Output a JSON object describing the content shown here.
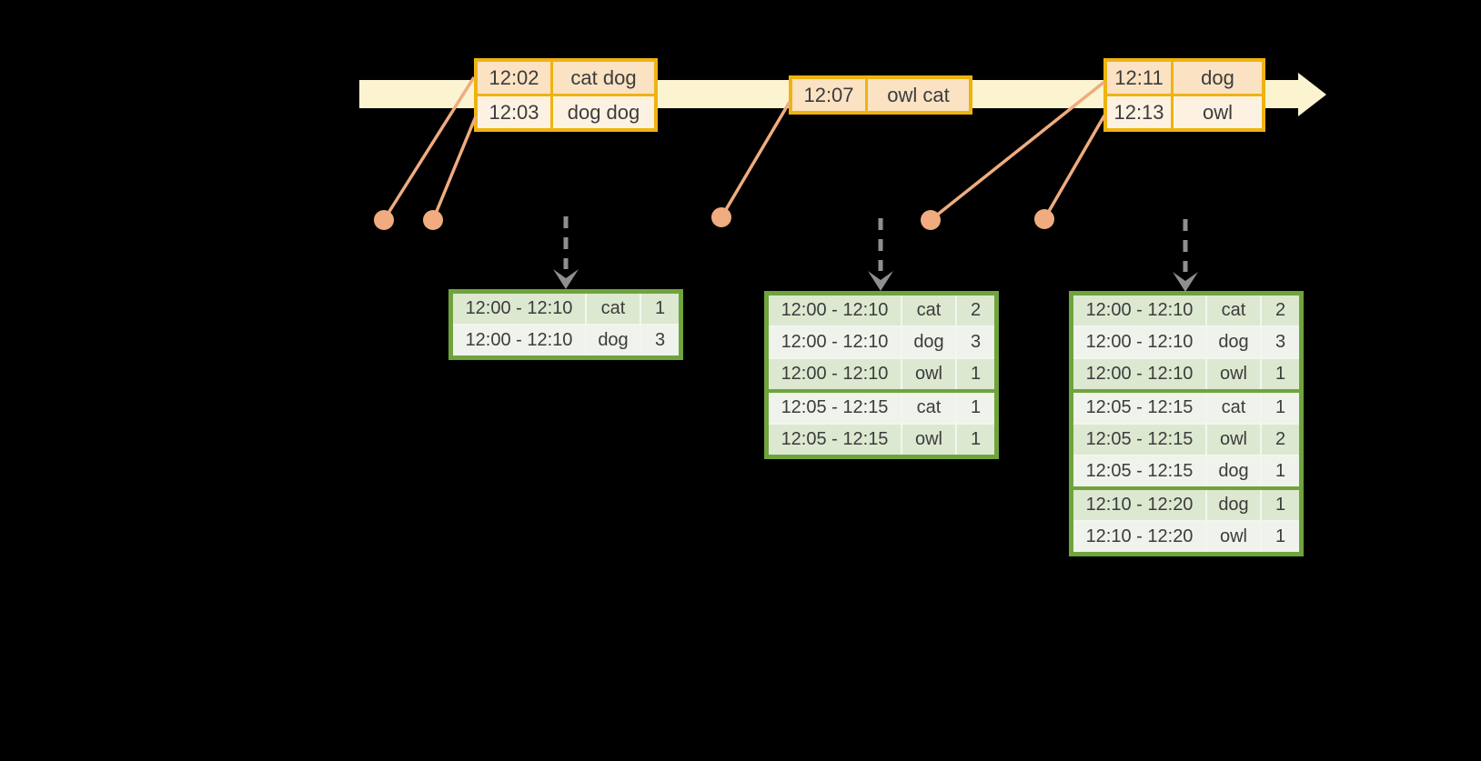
{
  "diagram": {
    "colors": {
      "background": "#000000",
      "timeline_band": "#FCF3D1",
      "event_table_border": "#EFB310",
      "event_row_fill": "#FAE2C3",
      "event_row_fill_alt": "#FDF2E2",
      "connector": "#F0AC7E",
      "trigger_arrow": "#8F8F8F",
      "result_table_border": "#6FA43D",
      "result_row_fill": "#DDE8D1",
      "result_row_fill_alt": "#EFF3EB",
      "cell_text": "#3C3C3C"
    },
    "event_tables": [
      {
        "rows": [
          {
            "time": "12:02",
            "words": "cat dog"
          },
          {
            "time": "12:03",
            "words": "dog dog"
          }
        ]
      },
      {
        "rows": [
          {
            "time": "12:07",
            "words": "owl cat"
          }
        ]
      },
      {
        "rows": [
          {
            "time": "12:11",
            "words": "dog"
          },
          {
            "time": "12:13",
            "words": "owl"
          }
        ]
      }
    ],
    "result_tables": [
      {
        "rows": [
          {
            "window": "12:00 - 12:10",
            "word": "cat",
            "count": 1
          },
          {
            "window": "12:00 - 12:10",
            "word": "dog",
            "count": 3
          }
        ]
      },
      {
        "rows": [
          {
            "window": "12:00 - 12:10",
            "word": "cat",
            "count": 2
          },
          {
            "window": "12:00 - 12:10",
            "word": "dog",
            "count": 3
          },
          {
            "window": "12:00 - 12:10",
            "word": "owl",
            "count": 1
          },
          {
            "window": "12:05 - 12:15",
            "word": "cat",
            "count": 1
          },
          {
            "window": "12:05 - 12:15",
            "word": "owl",
            "count": 1
          }
        ]
      },
      {
        "rows": [
          {
            "window": "12:00 - 12:10",
            "word": "cat",
            "count": 2
          },
          {
            "window": "12:00 - 12:10",
            "word": "dog",
            "count": 3
          },
          {
            "window": "12:00 - 12:10",
            "word": "owl",
            "count": 1
          },
          {
            "window": "12:05 - 12:15",
            "word": "cat",
            "count": 1
          },
          {
            "window": "12:05 - 12:15",
            "word": "owl",
            "count": 2
          },
          {
            "window": "12:05 - 12:15",
            "word": "dog",
            "count": 1
          },
          {
            "window": "12:10 - 12:20",
            "word": "dog",
            "count": 1
          },
          {
            "window": "12:10 - 12:20",
            "word": "owl",
            "count": 1
          }
        ]
      }
    ]
  }
}
